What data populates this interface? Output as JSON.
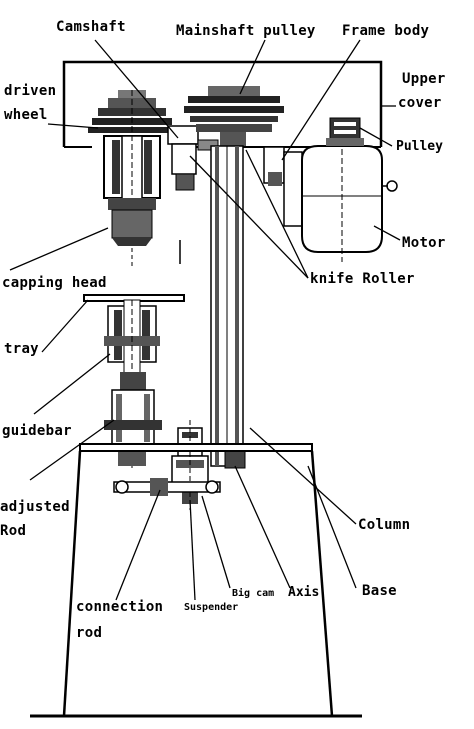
{
  "labels": {
    "camshaft": "Camshaft",
    "mainshaft_pulley": "Mainshaft pulley",
    "frame_body": "Frame body",
    "driven_wheel_1": "driven",
    "driven_wheel_2": "wheel",
    "upper_cover_1": "Upper",
    "upper_cover_2": "cover",
    "pulley": "Pulley",
    "motor": "Motor",
    "knife_roller": "knife Roller",
    "capping_head": "capping head",
    "tray": "tray",
    "guidebar": "guidebar",
    "adjusted_rod_1": "adjusted",
    "adjusted_rod_2": "Rod",
    "column": "Column",
    "base": "Base",
    "big_cam": "Big cam",
    "axis": "Axis",
    "suspender": "Suspender",
    "connection_rod_1": "connection",
    "connection_rod_2": "rod"
  }
}
